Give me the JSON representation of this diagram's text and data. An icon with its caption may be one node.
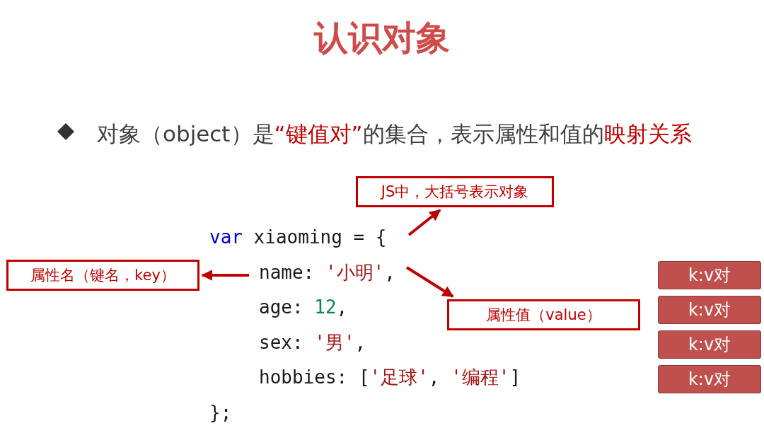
{
  "diagram": {
    "title": "认识对象",
    "nodes": [
      {
        "text": [
          "JS中，大括号表示对象"
        ]
      },
      {
        "text": [
          "属性名（键名，key）"
        ]
      },
      {
        "text": [
          "属性值（value）"
        ]
      },
      {
        "text": [
          "k:v对"
        ]
      },
      {
        "text": [
          "k:v对"
        ]
      },
      {
        "text": [
          "k:v对"
        ]
      },
      {
        "text": [
          "k:v对"
        ]
      }
    ],
    "edges": [
      {
        "from": null,
        "to": 0,
        "arrow": "to"
      },
      {
        "from": null,
        "to": 1,
        "arrow": "to"
      },
      {
        "from": null,
        "to": 2,
        "arrow": "to"
      }
    ],
    "labels": [
      "对象（object）是**“键值对”**的集合，表示属性和值的**映射关系**",
      "var xiaoming = {",
      "name: '小明',",
      "age: 12,",
      "sex: '男',",
      "hobbies: ['足球', '编程']",
      "};"
    ]
  }
}
